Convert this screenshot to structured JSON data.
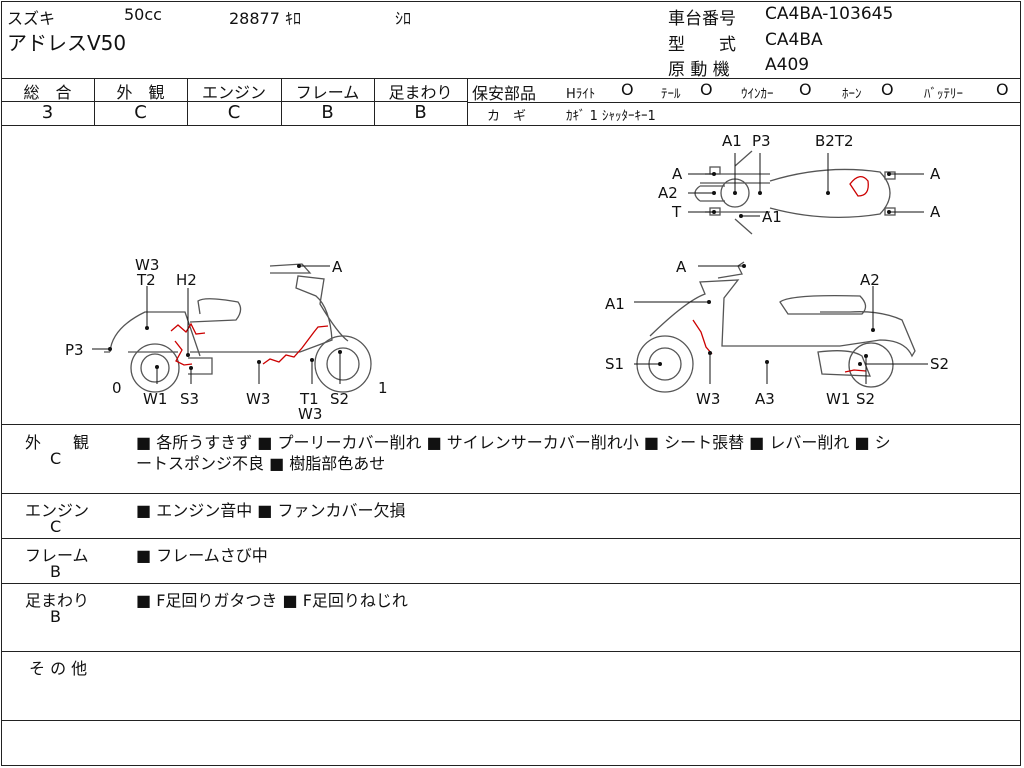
{
  "header": {
    "maker": "スズキ",
    "displacement": "50cc",
    "mileage": "28877 ｷﾛ",
    "color": "ｼﾛ",
    "model_name": "アドレスV50",
    "frame_no_label": "車台番号",
    "frame_no": "CA4BA-103645",
    "type_label": "型　　式",
    "type_value": "CA4BA",
    "engine_label": "原 動 機",
    "engine_value": "A409"
  },
  "grades": {
    "overall_label": "総　合",
    "overall": "3",
    "exterior_label": "外　観",
    "exterior": "C",
    "engine_label": "エンジン",
    "engine": "C",
    "frame_label": "フレーム",
    "frame": "B",
    "suspension_label": "足まわり",
    "suspension": "B"
  },
  "safety": {
    "label": "保安部品",
    "headlight": "Hﾗｲﾄ",
    "tail": "ﾃｰﾙ",
    "winker": "ｳｲﾝｶｰ",
    "horn": "ﾎｰﾝ",
    "battery": "ﾊﾞｯﾃﾘｰ",
    "ok_mark": "O",
    "key_label": "カ　ギ",
    "key_value": "ｶｷﾞ 1 ｼｬｯﾀｰｷｰ1"
  },
  "diagram_labels": {
    "top": [
      "A1",
      "P3",
      "B2T2",
      "A",
      "A2",
      "T",
      "A1",
      "A",
      "A"
    ],
    "left": [
      "W3",
      "T2",
      "H2",
      "A",
      "P3",
      "0",
      "W1",
      "S3",
      "W3",
      "T1",
      "W3",
      "S2",
      "1"
    ],
    "right": [
      "A",
      "A1",
      "A2",
      "S1",
      "S2",
      "W3",
      "A3",
      "W1",
      "S2"
    ]
  },
  "notes": [
    {
      "label": "外　　観",
      "grade": "C",
      "text1": "■ 各所うすきず ■ プーリーカバー削れ ■ サイレンサーカバー削れ小 ■ シート張替 ■ レバー削れ ■ シ",
      "text2": "ートスポンジ不良 ■ 樹脂部色あせ"
    },
    {
      "label": "エンジン",
      "grade": "C",
      "text1": "■ エンジン音中 ■ ファンカバー欠損",
      "text2": ""
    },
    {
      "label": "フレーム",
      "grade": "B",
      "text1": "■ フレームさび中",
      "text2": ""
    },
    {
      "label": "足まわり",
      "grade": "B",
      "text1": "■ F足回りガタつき ■ F足回りねじれ",
      "text2": ""
    },
    {
      "label": "そ の 他",
      "grade": "",
      "text1": "",
      "text2": ""
    }
  ],
  "colors": {
    "damage_mark": "#cc1111"
  }
}
